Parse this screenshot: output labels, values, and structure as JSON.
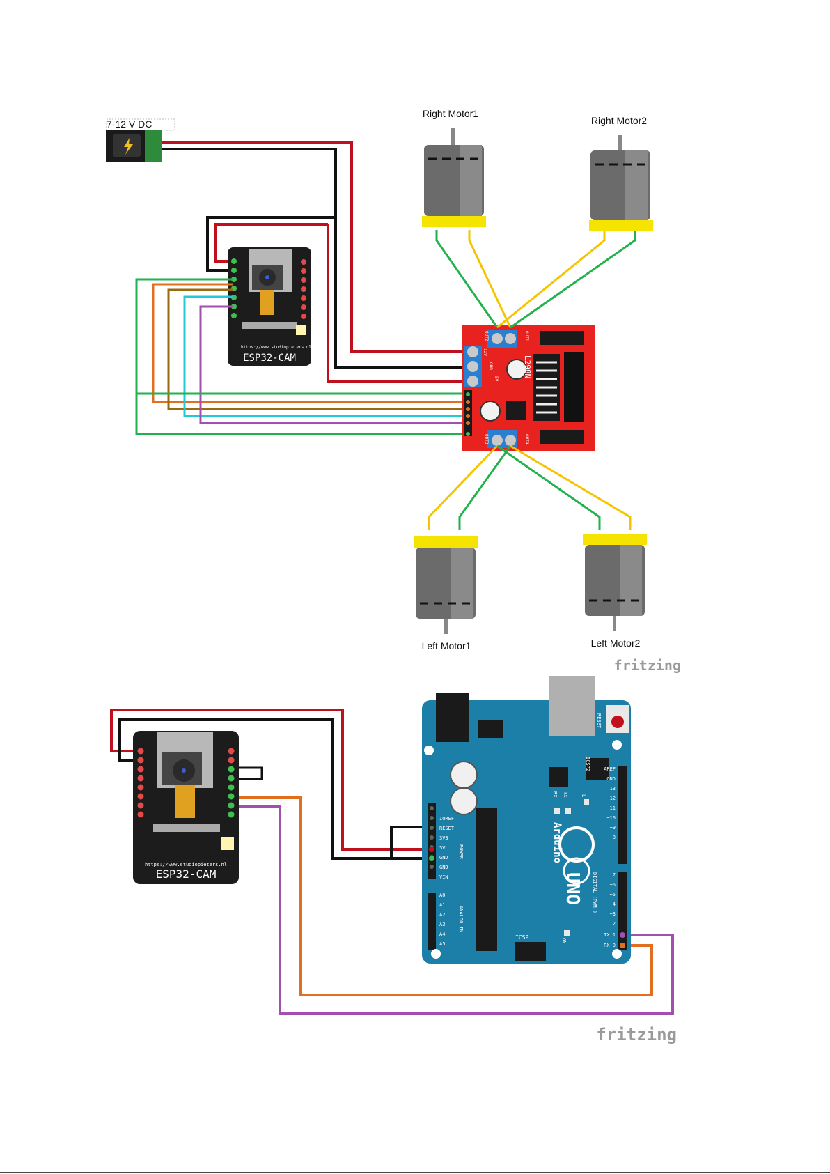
{
  "colors": {
    "red_wire": "#c0101e",
    "black_wire": "#111111",
    "green_wire": "#22b14c",
    "yellow_wire": "#f5c400",
    "orange_wire": "#e07020",
    "brown_wire": "#9a6a10",
    "cyan_wire": "#22c9d6",
    "purple_wire": "#a34fb0",
    "l298n_board": "#e8231f",
    "uno_board": "#1b7fa8",
    "esp_board": "#1c1c1c"
  },
  "diagram1": {
    "power_label": "7-12 V DC",
    "motor_labels": [
      "Right Motor1",
      "Right Motor2",
      "Left Motor1",
      "Left Motor2"
    ],
    "esp_label": "ESP32-CAM",
    "esp_url": "https://www.studiopieters.nl",
    "driver_label": "L298N",
    "driver_pins": [
      "OUT2",
      "OUT1",
      "OUT3",
      "OUT4",
      "12V",
      "GND",
      "5V"
    ],
    "brand": "fritzing"
  },
  "diagram2": {
    "esp_label": "ESP32-CAM",
    "esp_url": "https://www.studiopieters.nl",
    "uno_power_pins": [
      "IOREF",
      "RESET",
      "3V3",
      "5V",
      "GND",
      "GND",
      "VIN"
    ],
    "uno_analog_pins": [
      "A0",
      "A1",
      "A2",
      "A3",
      "A4",
      "A5"
    ],
    "uno_digital_pins": [
      "AREF",
      "GND",
      "13",
      "12",
      "~11",
      "~10",
      "~9",
      "8",
      "7",
      "~6",
      "~5",
      "4",
      "~3",
      "2",
      "TX 1",
      "RX 0"
    ],
    "uno_texts": {
      "power": "POWER",
      "analog": "ANALOG IN",
      "digital": "DIGITAL (PWM~)",
      "brand": "Arduino",
      "model": "UNO",
      "icsp": "ICSP",
      "icsp2": "ICSP2",
      "reset": "RESET",
      "tx": "TX",
      "rx": "RX",
      "l": "L",
      "on": "ON"
    },
    "brand": "fritzing"
  }
}
